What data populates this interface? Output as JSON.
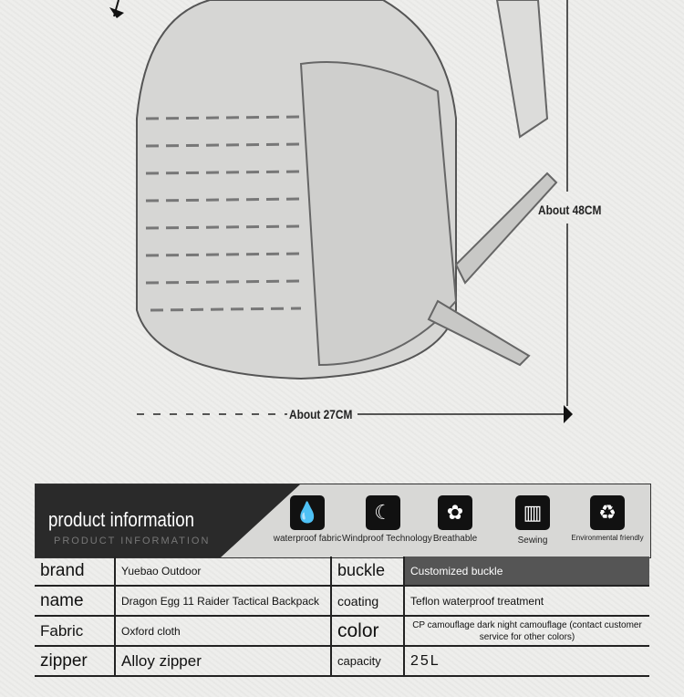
{
  "dimensions": {
    "height": "About 48CM",
    "width": "About 27CM"
  },
  "header": {
    "title": "product information",
    "subtitle": "PRODUCT INFORMATION"
  },
  "features": [
    {
      "label": "waterproof fabric",
      "icon": "waterproof-icon"
    },
    {
      "label": "Windproof Technology",
      "icon": "windproof-icon"
    },
    {
      "label": "Breathable",
      "icon": "breathable-icon"
    },
    {
      "label": "Sewing",
      "icon": "sewing-icon"
    },
    {
      "label": "Environmental friendly",
      "icon": "recycle-icon"
    }
  ],
  "specs": [
    {
      "k1": "brand",
      "v1": "Yuebao Outdoor",
      "k2": "buckle",
      "v2": "Customized buckle"
    },
    {
      "k1": "name",
      "v1": "Dragon Egg 11 Raider Tactical Backpack",
      "k2": "coating",
      "v2": "Teflon waterproof treatment"
    },
    {
      "k1": "Fabric",
      "v1": "Oxford cloth",
      "k2": "color",
      "v2": "CP camouflage dark night camouflage (contact customer service for other colors)"
    },
    {
      "k1": "zipper",
      "v1": "Alloy zipper",
      "k2": "capacity",
      "v2": "25L"
    }
  ]
}
